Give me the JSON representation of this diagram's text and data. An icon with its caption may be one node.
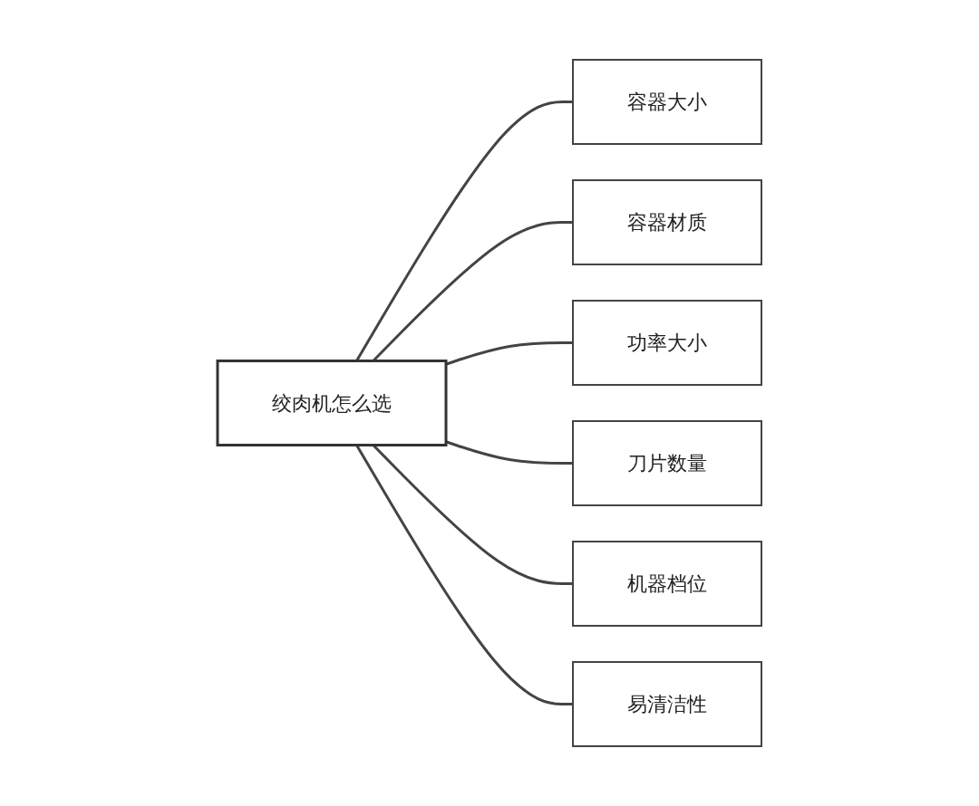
{
  "diagram": {
    "nodes": [
      {
        "text": [
          "绞肉机怎么选"
        ]
      },
      {
        "text": [
          "容器大小"
        ]
      },
      {
        "text": [
          "容器材质"
        ]
      },
      {
        "text": [
          "功率大小"
        ]
      },
      {
        "text": [
          "刀片数量"
        ]
      },
      {
        "text": [
          "机器档位"
        ]
      },
      {
        "text": [
          "易清洁性"
        ]
      }
    ],
    "edges": [
      {
        "from": 0,
        "to": 1,
        "arrow": "none"
      },
      {
        "from": 0,
        "to": 2,
        "arrow": "none"
      },
      {
        "from": 0,
        "to": 3,
        "arrow": "none"
      },
      {
        "from": 0,
        "to": 4,
        "arrow": "none"
      },
      {
        "from": 0,
        "to": 5,
        "arrow": "none"
      },
      {
        "from": 0,
        "to": 6,
        "arrow": "none"
      }
    ]
  }
}
